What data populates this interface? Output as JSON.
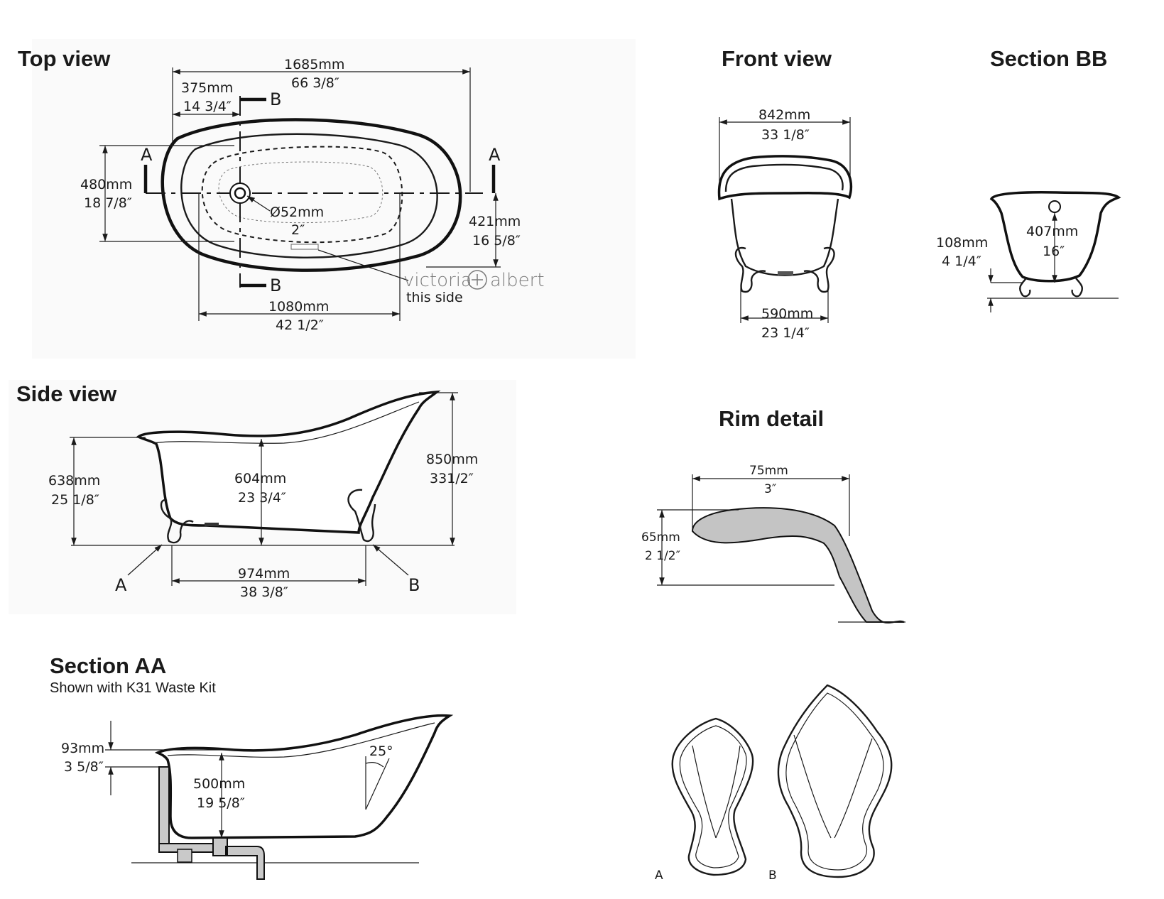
{
  "top_view": {
    "title": "Top view",
    "length_mm": "1685mm",
    "length_in": "66 3/8″",
    "offset_mm": "375mm",
    "offset_in": "14 3/4″",
    "width_mm": "480mm",
    "width_in": "18 7/8″",
    "waste_mm": "Ø52mm",
    "waste_in": "2″",
    "inner_mm": "421mm",
    "inner_in": "16 5/8″",
    "base_mm": "1080mm",
    "base_in": "42 1/2″",
    "brand_left": "victoria",
    "brand_right": "albert",
    "brand_note": "this side",
    "section_a": "A",
    "section_b": "B"
  },
  "front_view": {
    "title": "Front view",
    "width_mm": "842mm",
    "width_in": "33 1/8″",
    "feet_mm": "590mm",
    "feet_in": "23 1/4″"
  },
  "section_bb": {
    "title": "Section BB",
    "height_mm": "108mm",
    "height_in": "4 1/4″",
    "depth_mm": "407mm",
    "depth_in": "16″"
  },
  "side_view": {
    "title": "Side view",
    "rim_mm": "638mm",
    "rim_in": "25 1/8″",
    "mid_mm": "604mm",
    "mid_in": "23 3/4″",
    "total_mm": "850mm",
    "total_in": "331/2″",
    "feet_mm": "974mm",
    "feet_in": "38 3/8″",
    "foot_a": "A",
    "foot_b": "B"
  },
  "rim_detail": {
    "title": "Rim detail",
    "width_mm": "75mm",
    "width_in": "3″",
    "height_mm": "65mm",
    "height_in": "2 1/2″"
  },
  "section_aa": {
    "title": "Section AA",
    "subtitle": "Shown with K31 Waste Kit",
    "rim_mm": "93mm",
    "rim_in": "3 5/8″",
    "depth_mm": "500mm",
    "depth_in": "19 5/8″",
    "angle": "25°"
  },
  "feet": {
    "label_a": "A",
    "label_b": "B"
  }
}
